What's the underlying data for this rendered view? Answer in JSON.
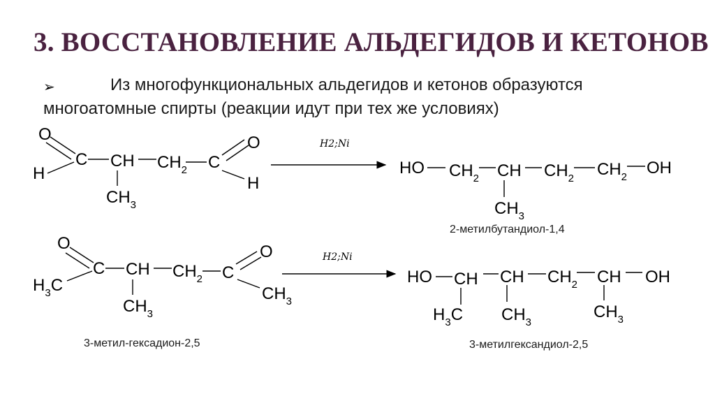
{
  "slide": {
    "title": "3. ВОССТАНОВЛЕНИЕ АЛЬДЕГИДОВ И КЕТОНОВ",
    "bullet_symbol": "➢",
    "intro_line1": "Из многофункциональных альдегидов и кетонов образуются",
    "intro_line2": "многоатомные спирты (реакции идут при тех же условиях)"
  },
  "reaction1": {
    "conditions": "H2;Ni",
    "product_name": "2-метилбутандиол-1,4"
  },
  "reaction2": {
    "conditions": "H2;Ni",
    "reactant_name": "3-метил-гексадион-2,5",
    "product_name": "3-метилгександиол-2,5"
  },
  "colors": {
    "title": "#4a2240",
    "text": "#1a1a1a",
    "bond": "#000000"
  }
}
